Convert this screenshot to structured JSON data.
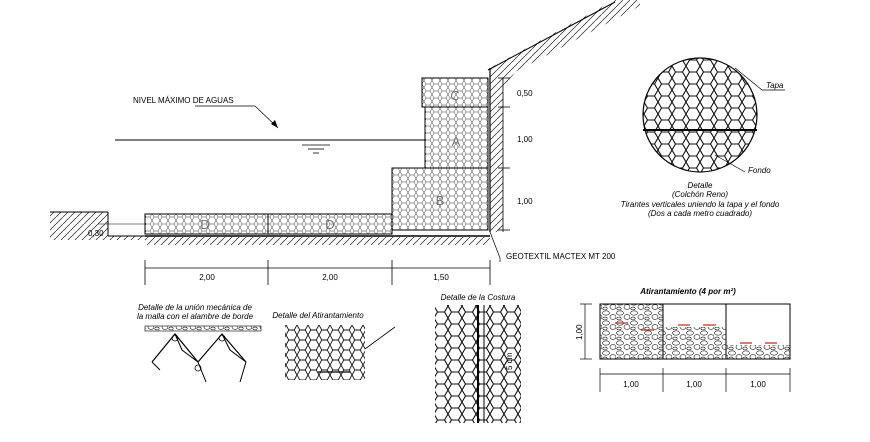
{
  "water_level_label": "NIVEL MÁXIMO DE AGUAS",
  "block_labels": {
    "c": "C",
    "a": "A",
    "b": "B",
    "d1": "D",
    "d2": "D"
  },
  "height_dims": {
    "c": "0,50",
    "a": "1,00",
    "b": "1,00"
  },
  "bottom_step_dim": "0,30",
  "width_dims": {
    "first": "2,00",
    "second": "2,00",
    "third": "1,50"
  },
  "geotextile_label": "GEOTEXTIL MACTEX MT 200",
  "detail_circle": {
    "top_label": "Tapa",
    "bottom_label": "Fondo",
    "caption": [
      "Detalle",
      "(Colchón Reno)",
      "Tirantes verticales uniendo la tapa y el fondo",
      "(Dos a cada metro cuadrado)"
    ]
  },
  "detail_union_title": [
    "Detalle de la unión mecánica de",
    "la malla con el alambre de borde"
  ],
  "detail_anchoring_title": "Detalle del Atirantamiento",
  "detail_seam_title": "Detalle de la Costura",
  "anchoring_grid": {
    "title": "Atirantamiento (4 por m²)",
    "height_dim": "1,00",
    "width_dims": [
      "1,00",
      "1,00",
      "1,00"
    ]
  }
}
